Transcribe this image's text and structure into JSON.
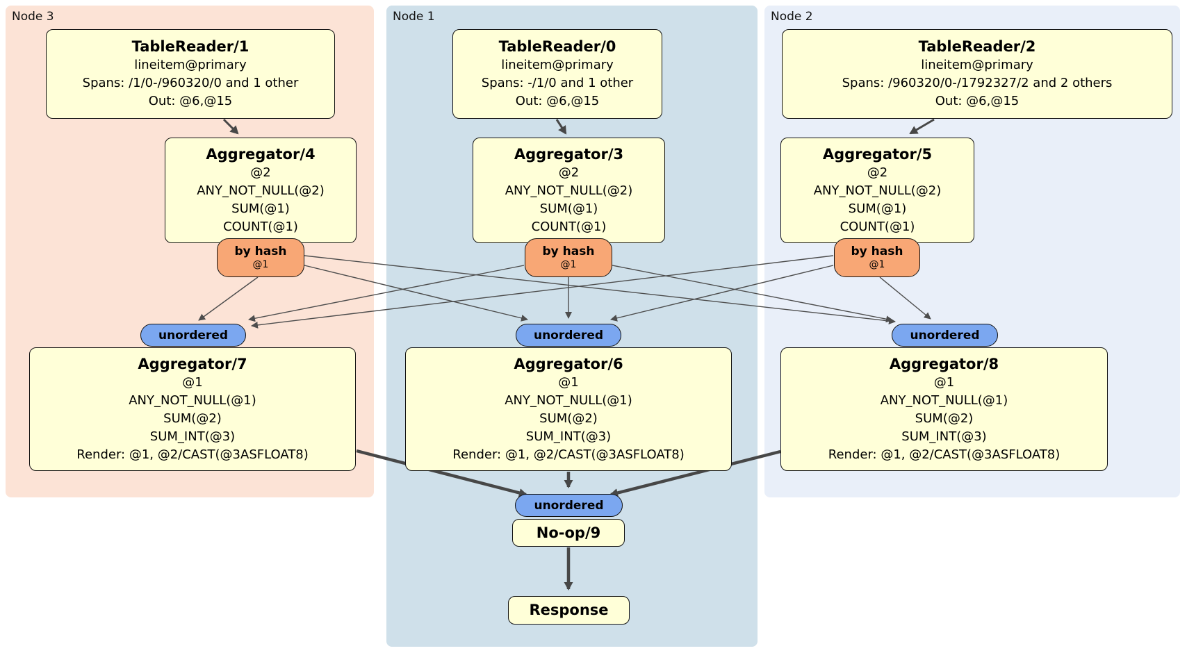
{
  "regions": [
    {
      "id": "node3",
      "label": "Node 3"
    },
    {
      "id": "node1",
      "label": "Node 1"
    },
    {
      "id": "node2",
      "label": "Node 2"
    }
  ],
  "nodes": {
    "tr1": {
      "title": "TableReader/1",
      "lines": [
        "lineitem@primary",
        "Spans: /1/0-/960320/0 and 1 other",
        "Out: @6,@15"
      ]
    },
    "tr0": {
      "title": "TableReader/0",
      "lines": [
        "lineitem@primary",
        "Spans: -/1/0 and 1 other",
        "Out: @6,@15"
      ]
    },
    "tr2": {
      "title": "TableReader/2",
      "lines": [
        "lineitem@primary",
        "Spans: /960320/0-/1792327/2 and 2 others",
        "Out: @6,@15"
      ]
    },
    "agg4": {
      "title": "Aggregator/4",
      "lines": [
        "@2",
        "ANY_NOT_NULL(@2)",
        "SUM(@1)",
        "COUNT(@1)"
      ]
    },
    "agg3": {
      "title": "Aggregator/3",
      "lines": [
        "@2",
        "ANY_NOT_NULL(@2)",
        "SUM(@1)",
        "COUNT(@1)"
      ]
    },
    "agg5": {
      "title": "Aggregator/5",
      "lines": [
        "@2",
        "ANY_NOT_NULL(@2)",
        "SUM(@1)",
        "COUNT(@1)"
      ]
    },
    "agg7": {
      "title": "Aggregator/7",
      "lines": [
        "@1",
        "ANY_NOT_NULL(@1)",
        "SUM(@2)",
        "SUM_INT(@3)",
        "Render: @1, @2/CAST(@3ASFLOAT8)"
      ]
    },
    "agg6": {
      "title": "Aggregator/6",
      "lines": [
        "@1",
        "ANY_NOT_NULL(@1)",
        "SUM(@2)",
        "SUM_INT(@3)",
        "Render: @1, @2/CAST(@3ASFLOAT8)"
      ]
    },
    "agg8": {
      "title": "Aggregator/8",
      "lines": [
        "@1",
        "ANY_NOT_NULL(@1)",
        "SUM(@2)",
        "SUM_INT(@3)",
        "Render: @1, @2/CAST(@3ASFLOAT8)"
      ]
    },
    "noop9": {
      "title": "No-op/9"
    },
    "response": {
      "title": "Response"
    }
  },
  "routers": [
    {
      "label": "by hash",
      "detail": "@1"
    },
    {
      "label": "by hash",
      "detail": "@1"
    },
    {
      "label": "by hash",
      "detail": "@1"
    }
  ],
  "syncs": [
    {
      "label": "unordered"
    },
    {
      "label": "unordered"
    },
    {
      "label": "unordered"
    },
    {
      "label": "unordered"
    }
  ],
  "edges": [
    {
      "from": "tr1",
      "to": "agg4"
    },
    {
      "from": "tr0",
      "to": "agg3"
    },
    {
      "from": "tr2",
      "to": "agg5"
    },
    {
      "from": "byhash-agg4",
      "to": "unordered-agg7"
    },
    {
      "from": "byhash-agg4",
      "to": "unordered-agg6"
    },
    {
      "from": "byhash-agg4",
      "to": "unordered-agg8"
    },
    {
      "from": "byhash-agg3",
      "to": "unordered-agg7"
    },
    {
      "from": "byhash-agg3",
      "to": "unordered-agg6"
    },
    {
      "from": "byhash-agg3",
      "to": "unordered-agg8"
    },
    {
      "from": "byhash-agg5",
      "to": "unordered-agg7"
    },
    {
      "from": "byhash-agg5",
      "to": "unordered-agg6"
    },
    {
      "from": "byhash-agg5",
      "to": "unordered-agg8"
    },
    {
      "from": "agg7",
      "to": "unordered-noop9"
    },
    {
      "from": "agg6",
      "to": "unordered-noop9"
    },
    {
      "from": "agg8",
      "to": "unordered-noop9"
    },
    {
      "from": "noop9",
      "to": "response"
    }
  ],
  "colors": {
    "node3_bg": "#fce3d6",
    "node1_bg": "#cfe0ea",
    "node2_bg": "#e9eff9",
    "plan_node_fill": "#ffffd8",
    "router_fill": "#f8a775",
    "sync_fill": "#7ba7f0",
    "edge": "#4d4d4d",
    "border": "#111111"
  }
}
